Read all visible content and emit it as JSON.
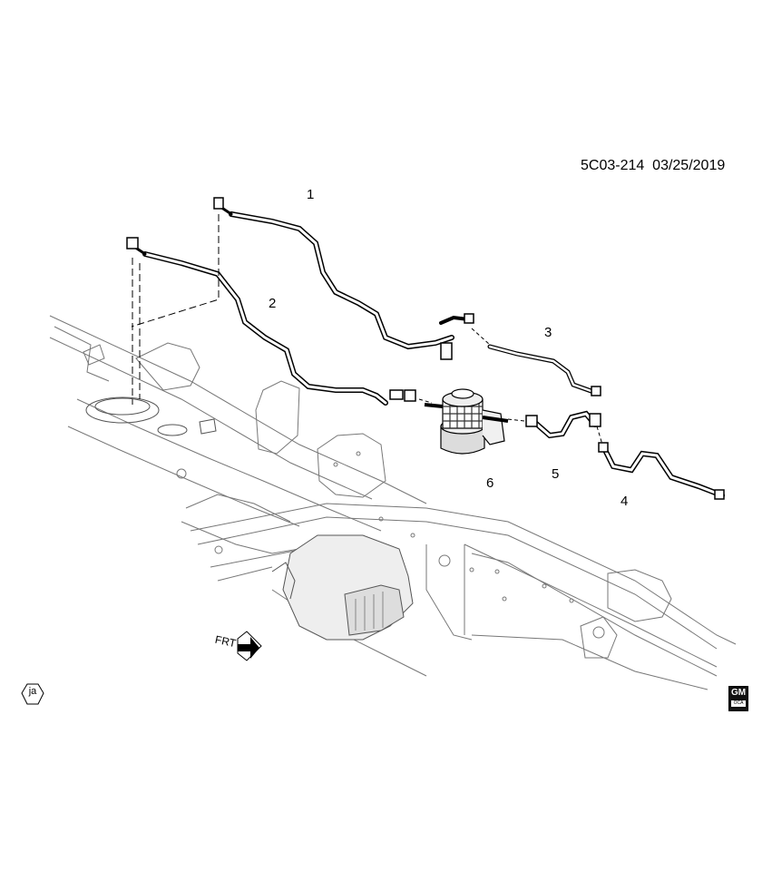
{
  "header": {
    "drawing_ref": "5C03-214  03/25/2019"
  },
  "callouts": [
    {
      "id": "1",
      "label": "1"
    },
    {
      "id": "2",
      "label": "2"
    },
    {
      "id": "3",
      "label": "3"
    },
    {
      "id": "4",
      "label": "4"
    },
    {
      "id": "5",
      "label": "5"
    },
    {
      "id": "6",
      "label": "6"
    }
  ],
  "direction_marker": {
    "label": "FRT",
    "icon": "front-direction-arrow-icon"
  },
  "footer": {
    "language_badge": "ja",
    "logo_text": "GM",
    "logo_subtext": "OCA"
  },
  "colors": {
    "line": "#000000",
    "fill": "#ffffff",
    "shade": "#dddddd"
  }
}
